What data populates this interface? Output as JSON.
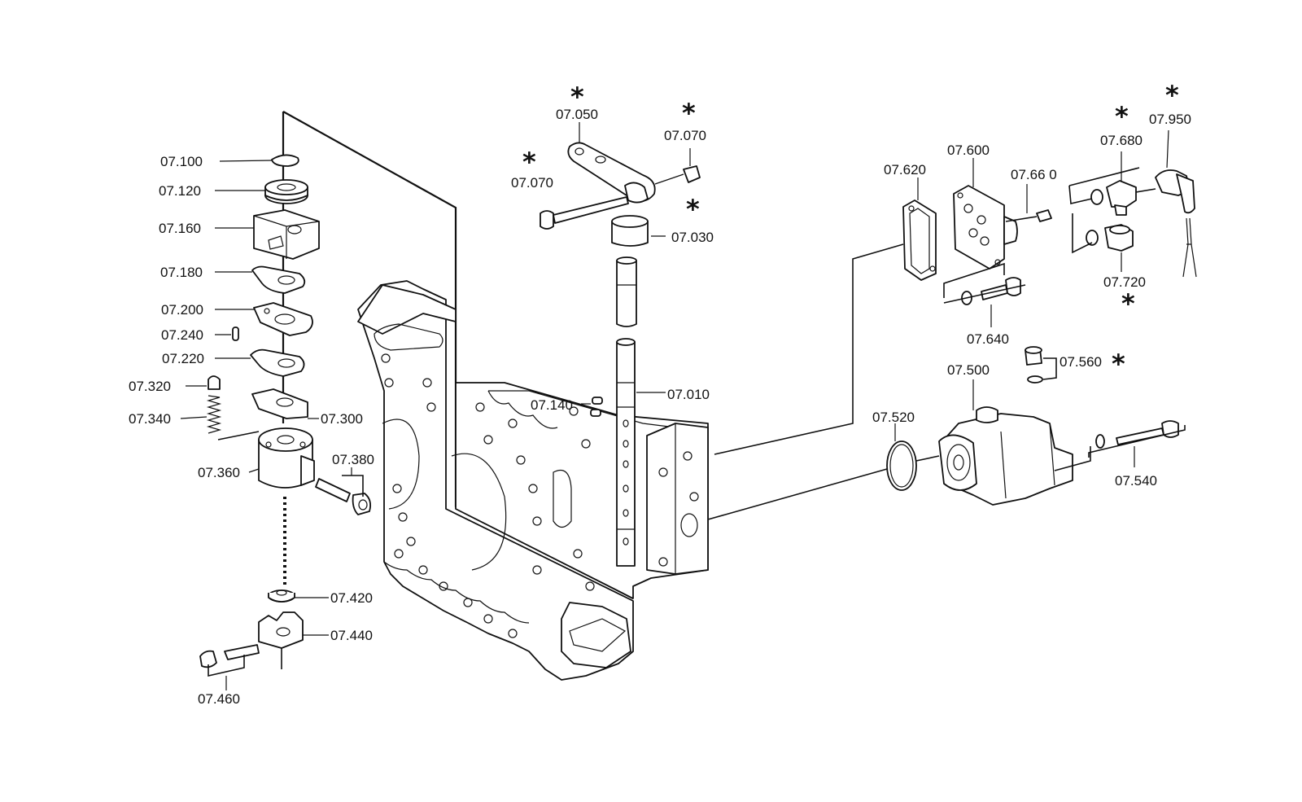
{
  "labels": {
    "p07010": "07.010",
    "p07030": "07.030",
    "p07050": "07.050",
    "p07070a": "07.070",
    "p07070b": "07.070",
    "p07100": "07.100",
    "p07120": "07.120",
    "p07140": "07.140",
    "p07160": "07.160",
    "p07180": "07.180",
    "p07200": "07.200",
    "p07220": "07.220",
    "p07240": "07.240",
    "p07300": "07.300",
    "p07320": "07.320",
    "p07340": "07.340",
    "p07360": "07.360",
    "p07380": "07.380",
    "p07420": "07.420",
    "p07440": "07.440",
    "p07460": "07.460",
    "p07500": "07.500",
    "p07520": "07.520",
    "p07540": "07.540",
    "p07560": "07.560",
    "p07600": "07.600",
    "p07620": "07.620",
    "p07640": "07.640",
    "p07660": "07.66 0",
    "p07680": "07.680",
    "p07720": "07.720",
    "p07950": "07.950"
  },
  "markers": {
    "asterisk": "*"
  }
}
